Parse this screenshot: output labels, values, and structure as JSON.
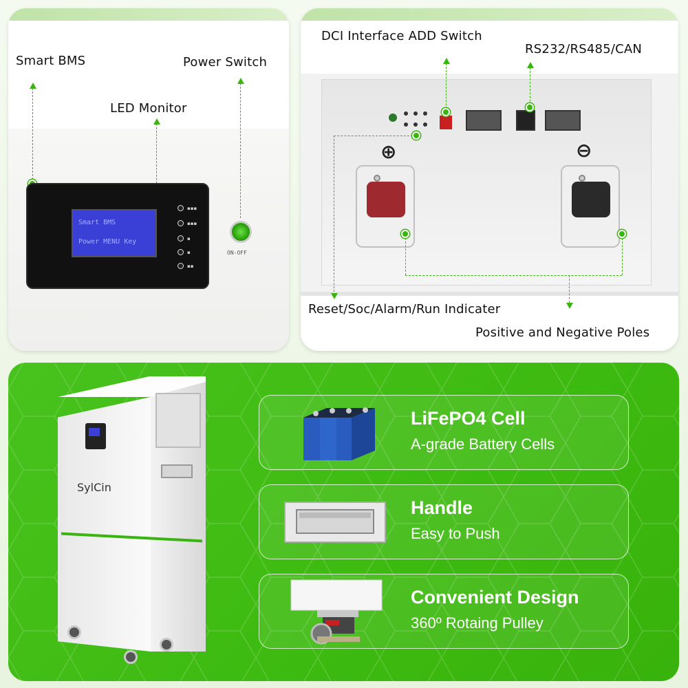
{
  "top_left": {
    "labels": {
      "smart_bms": "Smart BMS",
      "power_switch": "Power Switch",
      "led_monitor": "LED Monitor"
    },
    "lcd_lines": [
      "Smart BMS",
      "Power MENU Key"
    ],
    "power_text": "ON-OFF"
  },
  "top_right": {
    "labels": {
      "dci": "DCI Interface ADD Switch",
      "rs": "RS232/RS485/CAN",
      "indicator": "Reset/Soc/Alarm/Run Indicater",
      "poles": "Positive and Negative Poles"
    },
    "pole_symbols": {
      "positive": "⊕",
      "negative": "⊖"
    }
  },
  "cabinet": {
    "brand": "SylCin"
  },
  "features": [
    {
      "title": "LiFePO4 Cell",
      "subtitle": "A-grade Battery Cells",
      "icon": "battery-cells-icon"
    },
    {
      "title": "Handle",
      "subtitle": "Easy to Push",
      "icon": "handle-icon"
    },
    {
      "title": "Convenient Design",
      "subtitle": "360º Rotaing Pulley",
      "icon": "caster-wheel-icon"
    }
  ],
  "colors": {
    "accent": "#3ab40e",
    "panel": "#44be18",
    "lcd": "#3a3fd6"
  }
}
